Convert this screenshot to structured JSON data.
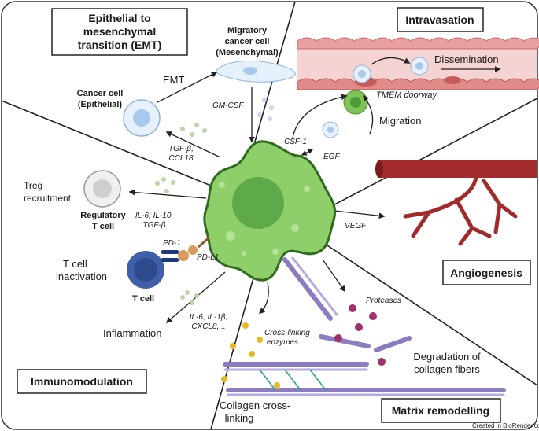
{
  "boxes": {
    "emt": [
      "Epithelial to",
      "mesenchymal",
      "transition (EMT)"
    ],
    "intravasation": "Intravasation",
    "angiogenesis": "Angiogenesis",
    "immunomodulation": "Immunomodulation",
    "matrix_remodelling": "Matrix remodelling"
  },
  "emt": {
    "migratory_cell": [
      "Migratory",
      "cancer cell",
      "(Mesenchymal)"
    ],
    "cancer_cell": [
      "Cancer cell",
      "(Epithelial)"
    ],
    "emt_label": "EMT",
    "gm_csf": "GM-CSF",
    "tgf_ccl18": [
      "TGF-β,",
      "CCL18"
    ]
  },
  "intravasation": {
    "dissemination": "Dissemination",
    "tmem": "TMEM doorway",
    "migration": "Migration",
    "csf1": "CSF-1",
    "egf": "EGF"
  },
  "angiogenesis": {
    "vegf": "VEGF"
  },
  "immuno": {
    "treg_recruitment": [
      "Treg",
      "recruitment"
    ],
    "regulatory_tcell": [
      "Regulatory",
      "T cell"
    ],
    "il6_il10": [
      "IL-6, IL-10,",
      "TGF-β"
    ],
    "pd1": "PD-1",
    "pdl1": "PD-L1",
    "tcell_inactivation": [
      "T cell",
      "inactivation"
    ],
    "tcell": "T cell",
    "il6_il1b": [
      "IL-6, IL-1β,",
      "CXCL8,..."
    ],
    "inflammation": "Inflammation"
  },
  "matrix": {
    "crosslinking_enzymes": [
      "Cross-linking",
      "enzymes"
    ],
    "proteases": "Proteases",
    "degradation": [
      "Degradation of",
      "collagen fibers"
    ],
    "collagen_crosslinking": [
      "Collagen cross-",
      "linking"
    ]
  },
  "credit": "Created in BioRender.com",
  "colors": {
    "cell_green": "#8fcf6a",
    "nucleus_green": "#5ea94a",
    "vessel_red": "#9b2226",
    "collagen_purple": "#8e7cc3",
    "enzyme_yellow": "#e8b923",
    "protease_magenta": "#a0306e",
    "tcell_blue": "#3f5fa8"
  }
}
